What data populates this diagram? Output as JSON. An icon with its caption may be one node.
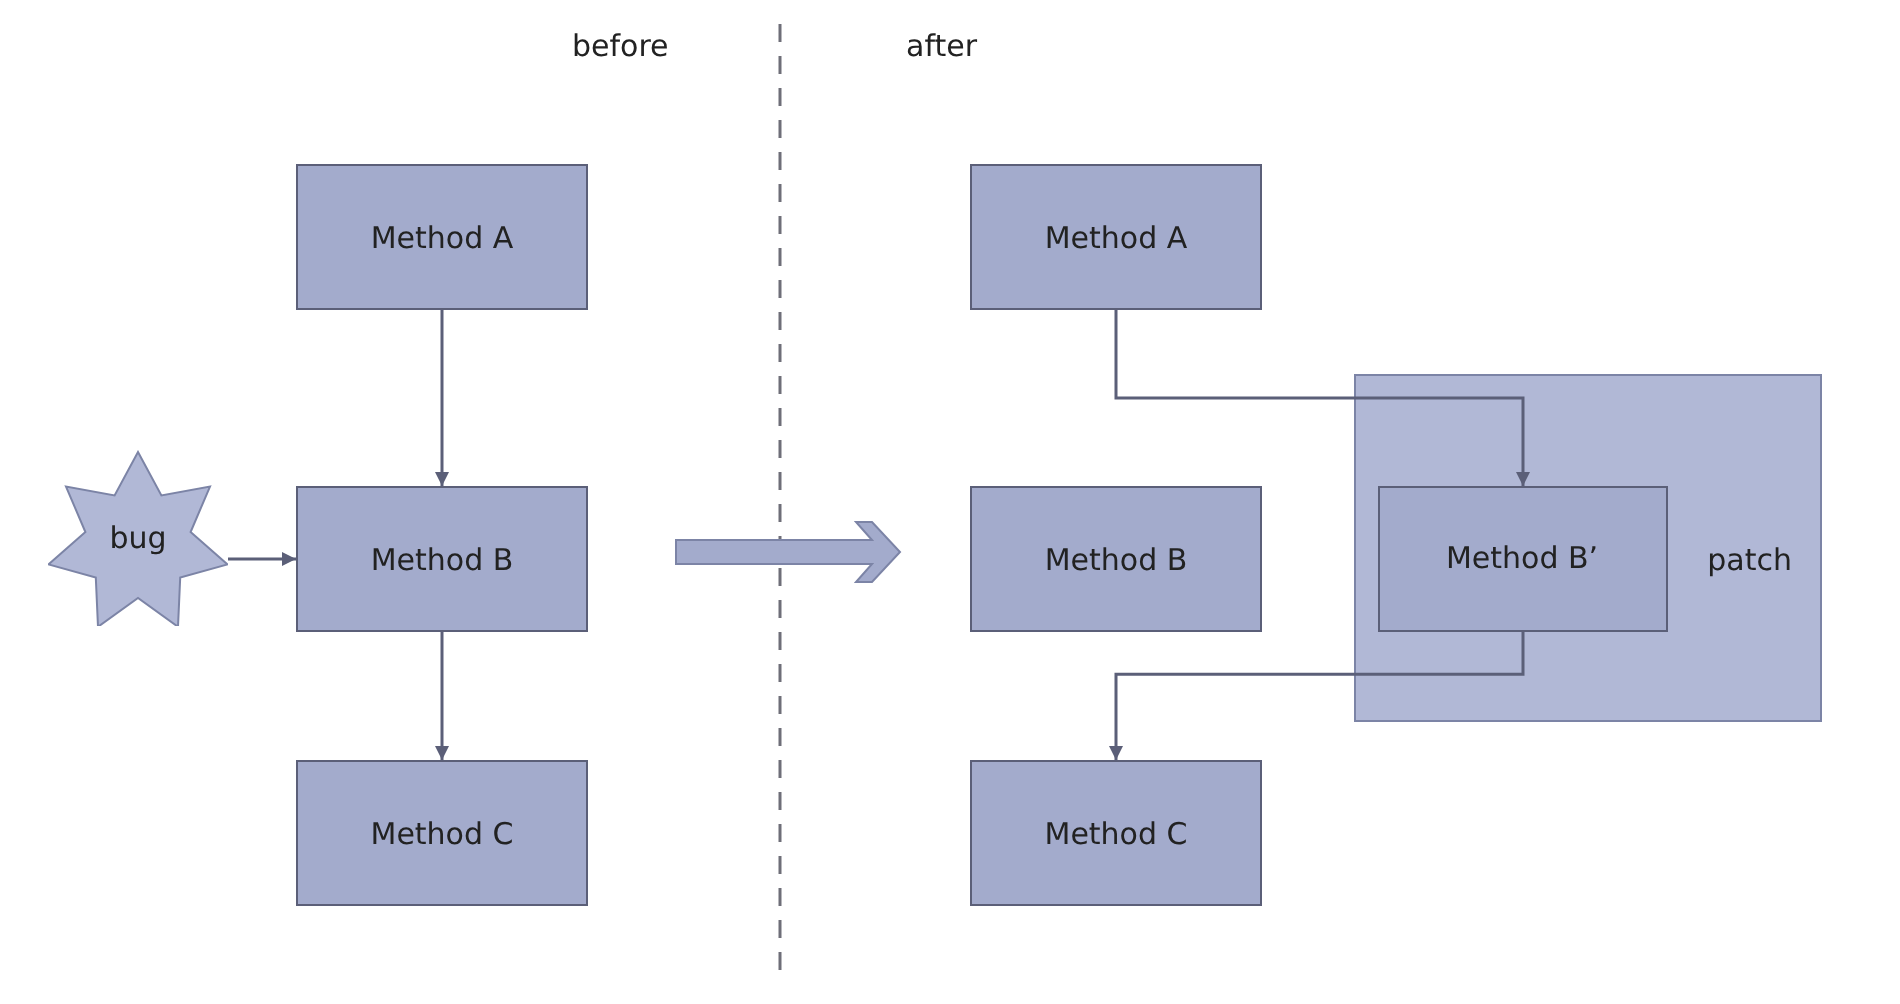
{
  "diagram": {
    "nodes": [
      {
        "text": [
          "Method A"
        ]
      },
      {
        "text": [
          "bug"
        ]
      },
      {
        "text": [
          "Method B"
        ]
      },
      {
        "text": [
          "Method C"
        ]
      },
      {
        "text": [
          "Method A"
        ]
      },
      {
        "text": [
          "patch"
        ]
      },
      {
        "text": [
          "Method B’"
        ],
        "in": 5
      },
      {
        "text": [
          "Method B"
        ]
      },
      {
        "text": [
          "Method C"
        ]
      }
    ],
    "edges": [
      {
        "from": 0,
        "to": 2,
        "arrow": "to"
      },
      {
        "from": 1,
        "to": 2,
        "arrow": "to"
      },
      {
        "from": 2,
        "to": 3,
        "arrow": "to"
      },
      {
        "from": 4,
        "to": 6,
        "arrow": "to"
      },
      {
        "from": 6,
        "to": 8,
        "arrow": "to"
      }
    ],
    "labels": [
      "before",
      "after"
    ]
  }
}
